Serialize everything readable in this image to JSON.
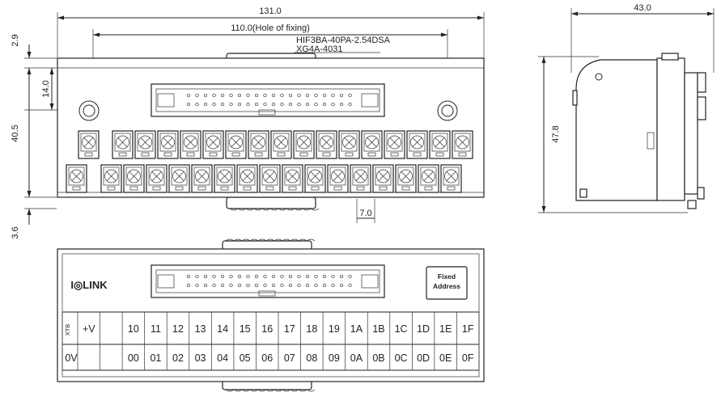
{
  "dimensions": {
    "overall_width": "131.0",
    "hole_spacing": "110.0(Hole of fixing)",
    "connector_part_1": "HIF3BA-40PA-2.54DSA",
    "connector_part_2": "XG4A-4031",
    "top_offset": "2.9",
    "hole_height": "14.0",
    "body_height": "40.5",
    "bottom_offset": "3.6",
    "terminal_pitch": "7.0",
    "side_width": "43.0",
    "side_height": "47.8"
  },
  "label_panel": {
    "brand": "I◎LINK",
    "badge_line1": "Fixed",
    "badge_line2": "Address",
    "row1_prefix": "XTB",
    "row1": [
      "+V",
      "",
      "10",
      "11",
      "12",
      "13",
      "14",
      "15",
      "16",
      "17",
      "18",
      "19",
      "1A",
      "1B",
      "1C",
      "1D",
      "1E",
      "1F"
    ],
    "row2": [
      "0V",
      "",
      "00",
      "01",
      "02",
      "03",
      "04",
      "05",
      "06",
      "07",
      "08",
      "09",
      "0A",
      "0B",
      "0C",
      "0D",
      "0E",
      "0F"
    ]
  },
  "colors": {
    "line": "#222222",
    "background": "#ffffff"
  }
}
